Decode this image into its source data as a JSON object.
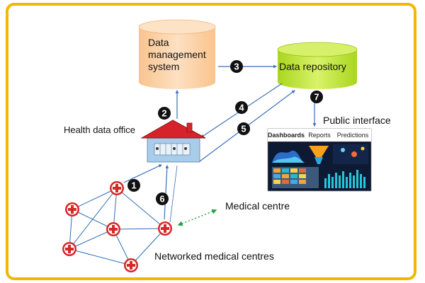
{
  "labels": {
    "data_management_system": [
      "Data",
      "management",
      "system"
    ],
    "data_repository": "Data repository",
    "health_data_office": "Health data office",
    "public_interface": "Public interface",
    "medical_centre": "Medical centre",
    "networked_medical_centres": "Networked medical centres"
  },
  "steps": [
    "1",
    "2",
    "3",
    "4",
    "5",
    "6",
    "7"
  ],
  "dashboard_tabs": [
    "Dashboards",
    "Reports",
    "Predictions"
  ],
  "colors": {
    "frame_border": "#f2b705",
    "cylinder_orange": "#fbd3a8",
    "cylinder_green": "#c5ea3a",
    "arrow_blue": "#3b6fb6",
    "roof_red": "#d6232b",
    "house_wall": "#9cc6e8",
    "medical_cross_red": "#d62828",
    "medical_link_green": "#1fa33a"
  },
  "icons": [
    "house-icon",
    "medical-cross-icon",
    "database-cylinder-icon",
    "dashboard-screenshot"
  ]
}
